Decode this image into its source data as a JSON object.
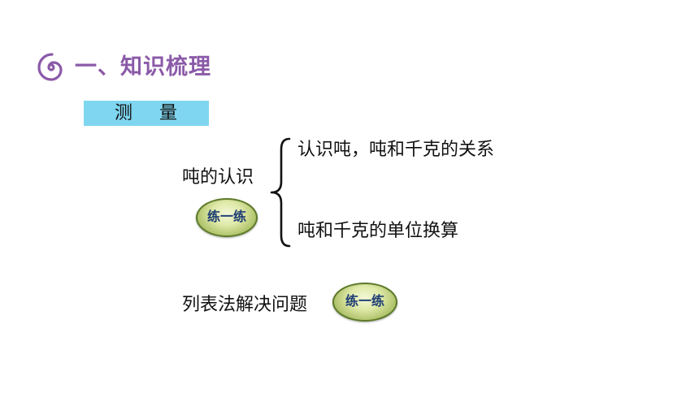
{
  "section": {
    "number_title": "一、知识梳理",
    "icon": "spiral-icon",
    "accent_color": "#8b5aa8"
  },
  "topic": {
    "label": "测    量",
    "bg_color": "#7fd6f0"
  },
  "ton": {
    "heading": "吨的认识",
    "branch_1": "认识吨，吨和千克的关系",
    "branch_2": "吨和千克的单位换算",
    "practice_label": "练一练"
  },
  "table_method": {
    "heading": "列表法解决问题",
    "practice_label": "练一练"
  }
}
